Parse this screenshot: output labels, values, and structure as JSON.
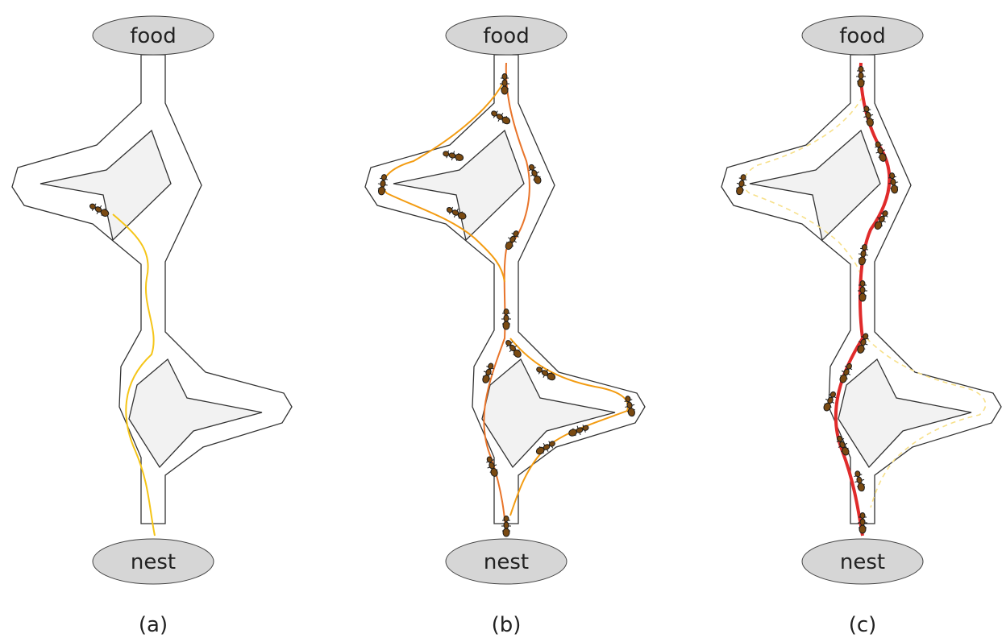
{
  "colors": {
    "corridor_stroke": "#333333",
    "obstacle_fill": "#f2f2f2",
    "obstacle_stroke": "#333333",
    "node_fill": "#d6d6d6",
    "trail_light": "#f5c518",
    "trail_medium": "#f39c12",
    "trail_orange": "#e8742a",
    "trail_strong": "#e02b2b",
    "trail_faded": "#f7e08a",
    "ant_body": "#7a4a12",
    "ant_outline": "#1a1a1a"
  },
  "panels": [
    {
      "id": "a",
      "caption": "(a)",
      "food_label": "food",
      "nest_label": "nest"
    },
    {
      "id": "b",
      "caption": "(b)",
      "food_label": "food",
      "nest_label": "nest"
    },
    {
      "id": "c",
      "caption": "(c)",
      "food_label": "food",
      "nest_label": "nest"
    }
  ]
}
